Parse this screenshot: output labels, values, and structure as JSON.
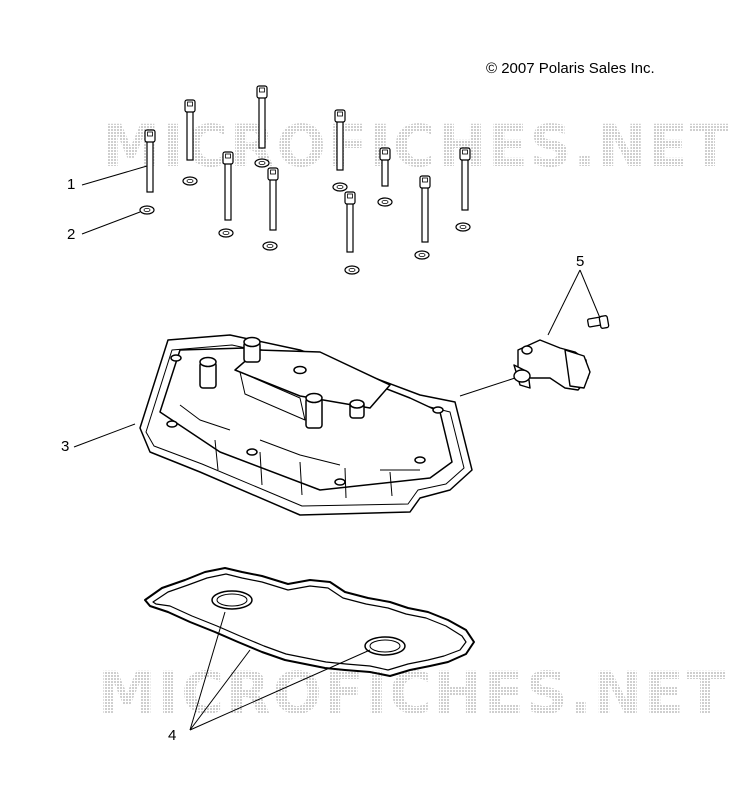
{
  "copyright": "© 2007 Polaris Sales Inc.",
  "watermark": "MICROFICHES.NET",
  "callouts": [
    "1",
    "2",
    "3",
    "4",
    "5"
  ],
  "colors": {
    "line": "#000000",
    "watermark": "#d4d4d4",
    "background": "#ffffff"
  }
}
